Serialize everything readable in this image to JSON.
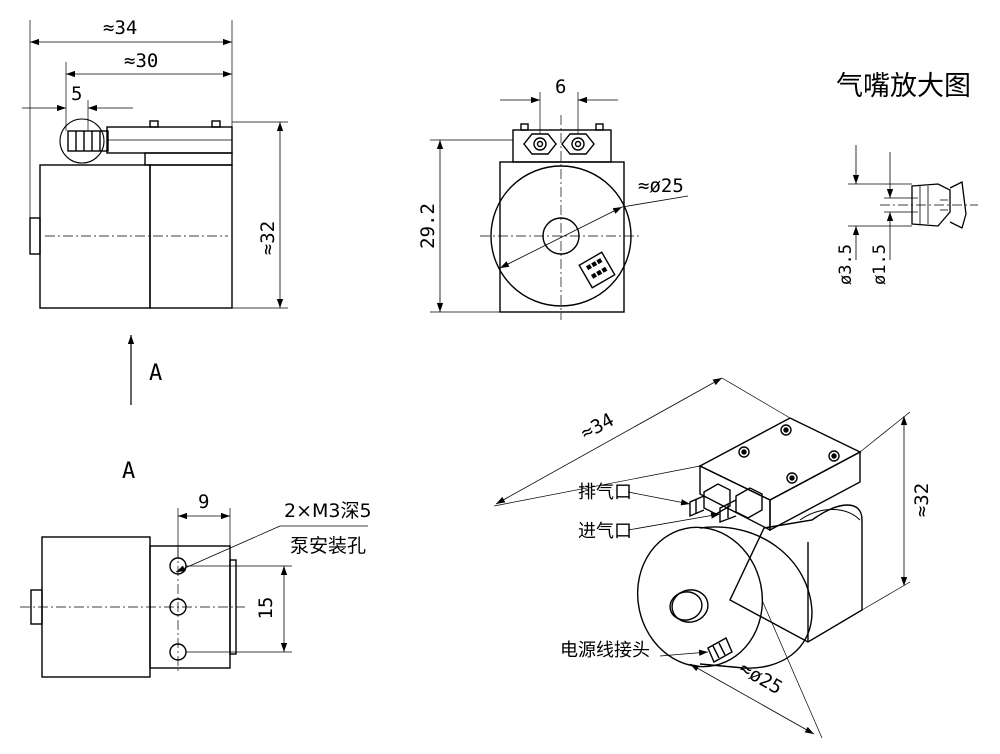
{
  "view_label_A": "A",
  "arrow_label_A": "A",
  "enlarged_title": "气嘴放大图",
  "side_view": {
    "dim_total": "≈34",
    "dim_body": "≈30",
    "dim_nozzle": "5",
    "dim_height": "≈32"
  },
  "front_view": {
    "dim_nozzle_spacing": "6",
    "dim_height": "29.2",
    "dim_diameter": "≈ø25"
  },
  "nozzle_detail": {
    "dim_outer": "ø3.5",
    "dim_inner": "ø1.5"
  },
  "bottom_view": {
    "dim_offset": "9",
    "dim_spacing": "15",
    "hole_spec": "2×M3深5",
    "hole_name": "泵安装孔"
  },
  "iso_view": {
    "dim_length": "≈34",
    "dim_height": "≈32",
    "dim_diameter": "≈ø25",
    "label_exhaust": "排气口",
    "label_intake": "进气口",
    "label_power": "电源线接头"
  }
}
